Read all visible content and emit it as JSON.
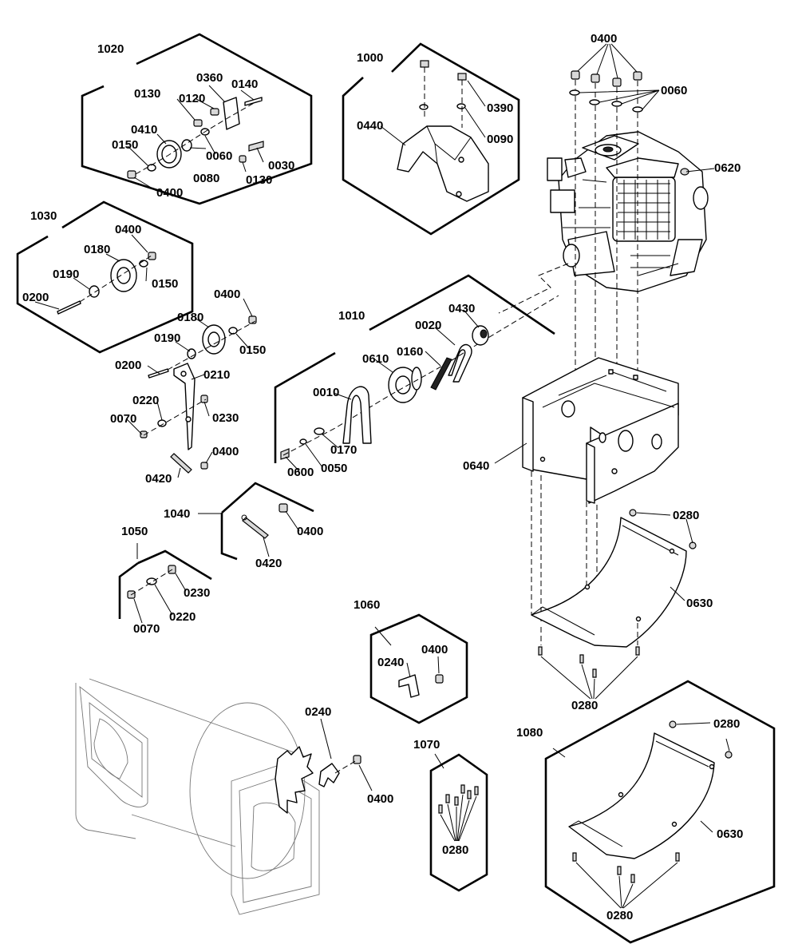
{
  "callouts": {
    "g1000": "1000",
    "g1010": "1010",
    "g1020": "1020",
    "g1030": "1030",
    "g1040": "1040",
    "g1050": "1050",
    "g1060": "1060",
    "g1070": "1070",
    "g1080": "1080",
    "p0400": "0400",
    "p0060": "0060",
    "p0620": "0620",
    "p0390": "0390",
    "p0090": "0090",
    "p0440": "0440",
    "p0360": "0360",
    "p0140": "0140",
    "p0130": "0130",
    "p0120": "0120",
    "p0410": "0410",
    "p0150": "0150",
    "p0080": "0080",
    "p0030": "0030",
    "p0180": "0180",
    "p0190": "0190",
    "p0200": "0200",
    "p0210": "0210",
    "p0220": "0220",
    "p0230": "0230",
    "p0070": "0070",
    "p0420": "0420",
    "p0430": "0430",
    "p0020": "0020",
    "p0610": "0610",
    "p0160": "0160",
    "p0010": "0010",
    "p0170": "0170",
    "p0050": "0050",
    "p0600": "0600",
    "p0640": "0640",
    "p0280": "0280",
    "p0630": "0630",
    "p0240": "0240"
  }
}
